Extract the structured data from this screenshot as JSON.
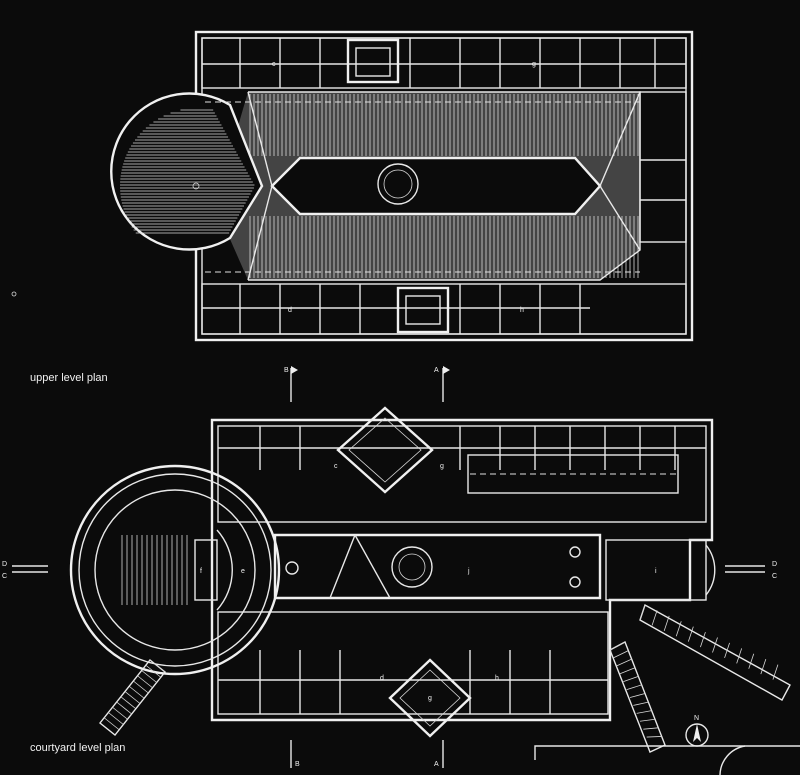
{
  "captions": {
    "upper": "upper level plan",
    "courtyard": "courtyard level plan"
  },
  "upper_plan": {
    "room_letters": [
      "c",
      "g",
      "d",
      "h"
    ],
    "section_markers": [
      "B",
      "A"
    ]
  },
  "courtyard_plan": {
    "room_letters": [
      "c",
      "g",
      "e",
      "f",
      "j",
      "i",
      "d",
      "g",
      "h"
    ],
    "section_markers": [
      "B",
      "A",
      "D",
      "C",
      "D",
      "C"
    ]
  },
  "north_arrow": "N",
  "colors": {
    "background": "#0b0b0b",
    "lines": "#e8e8e8"
  }
}
